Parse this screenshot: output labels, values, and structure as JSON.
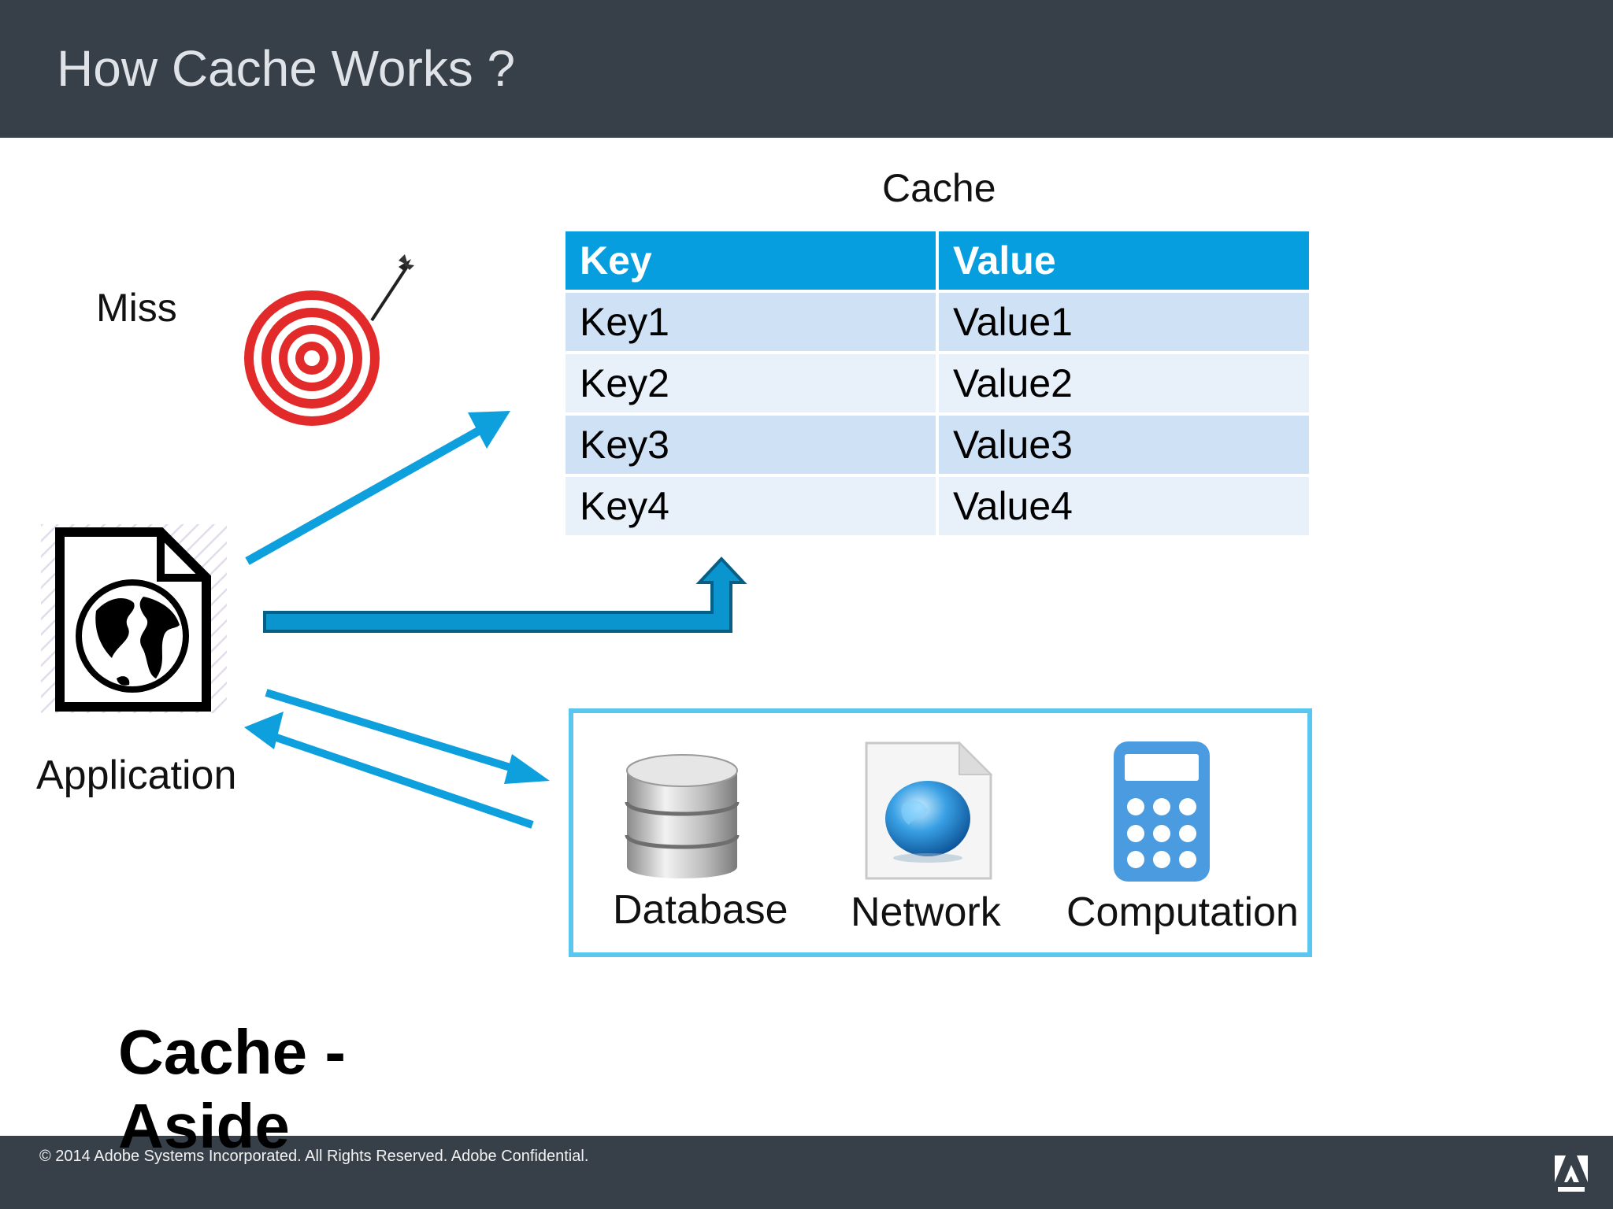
{
  "slide": {
    "title": "How Cache Works ?",
    "footer": "© 2014 Adobe Systems Incorporated.  All Rights Reserved.  Adobe Confidential.",
    "pattern_title": "Cache - Aside"
  },
  "diagram": {
    "cache_caption": "Cache",
    "miss_label": "Miss",
    "application_label": "Application",
    "table": {
      "headers": [
        "Key",
        "Value"
      ],
      "rows": [
        [
          "Key1",
          "Value1"
        ],
        [
          "Key2",
          "Value2"
        ],
        [
          "Key3",
          "Value3"
        ],
        [
          "Key4",
          "Value4"
        ]
      ]
    },
    "sources": {
      "database": "Database",
      "network": "Network",
      "computation": "Computation"
    }
  },
  "colors": {
    "header_bg": "#373f49",
    "table_header": "#079ee0",
    "row_odd": "#cfe1f5",
    "row_even": "#e8f0fa",
    "arrow": "#0ea0dd",
    "box_border": "#5bc7ee",
    "target_red": "#e32a2a",
    "calculator": "#4a9be0"
  },
  "icons": [
    "target-icon",
    "document-globe-icon",
    "database-icon",
    "network-file-icon",
    "calculator-icon",
    "adobe-logo-icon"
  ]
}
